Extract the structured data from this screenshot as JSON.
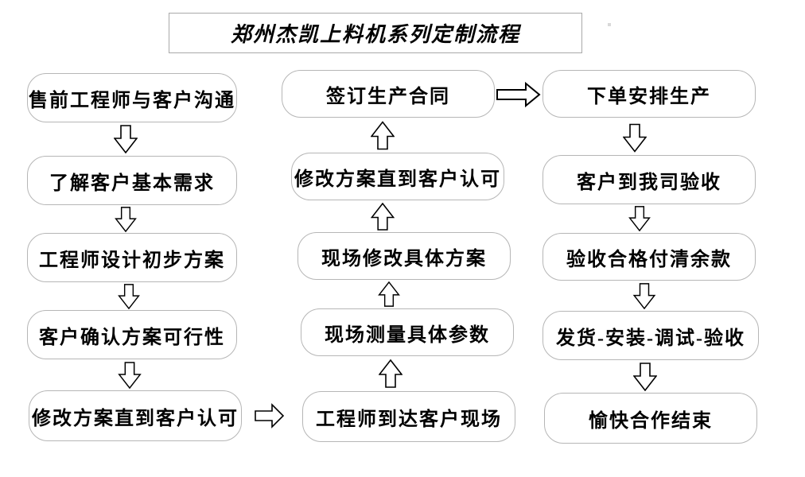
{
  "title": "郑州杰凯上料机系列定制流程",
  "flow": {
    "left_column": [
      "售前工程师与客户沟通",
      "了解客户基本需求",
      "工程师设计初步方案",
      "客户确认方案可行性",
      "修改方案直到客户认可"
    ],
    "middle_column": [
      "签订生产合同",
      "修改方案直到客户认可",
      "现场修改具体方案",
      "现场测量具体参数",
      "工程师到达客户现场"
    ],
    "right_column": [
      "下单安排生产",
      "客户到我司验收",
      "验收合格付清余款",
      "发货-安装-调试-验收",
      "愉快合作结束"
    ]
  },
  "colors": {
    "box_border": "#b6b6b6",
    "title_border": "#a9a9a9",
    "arrow_outline": "#000000",
    "text": "#000000",
    "background": "#ffffff"
  }
}
